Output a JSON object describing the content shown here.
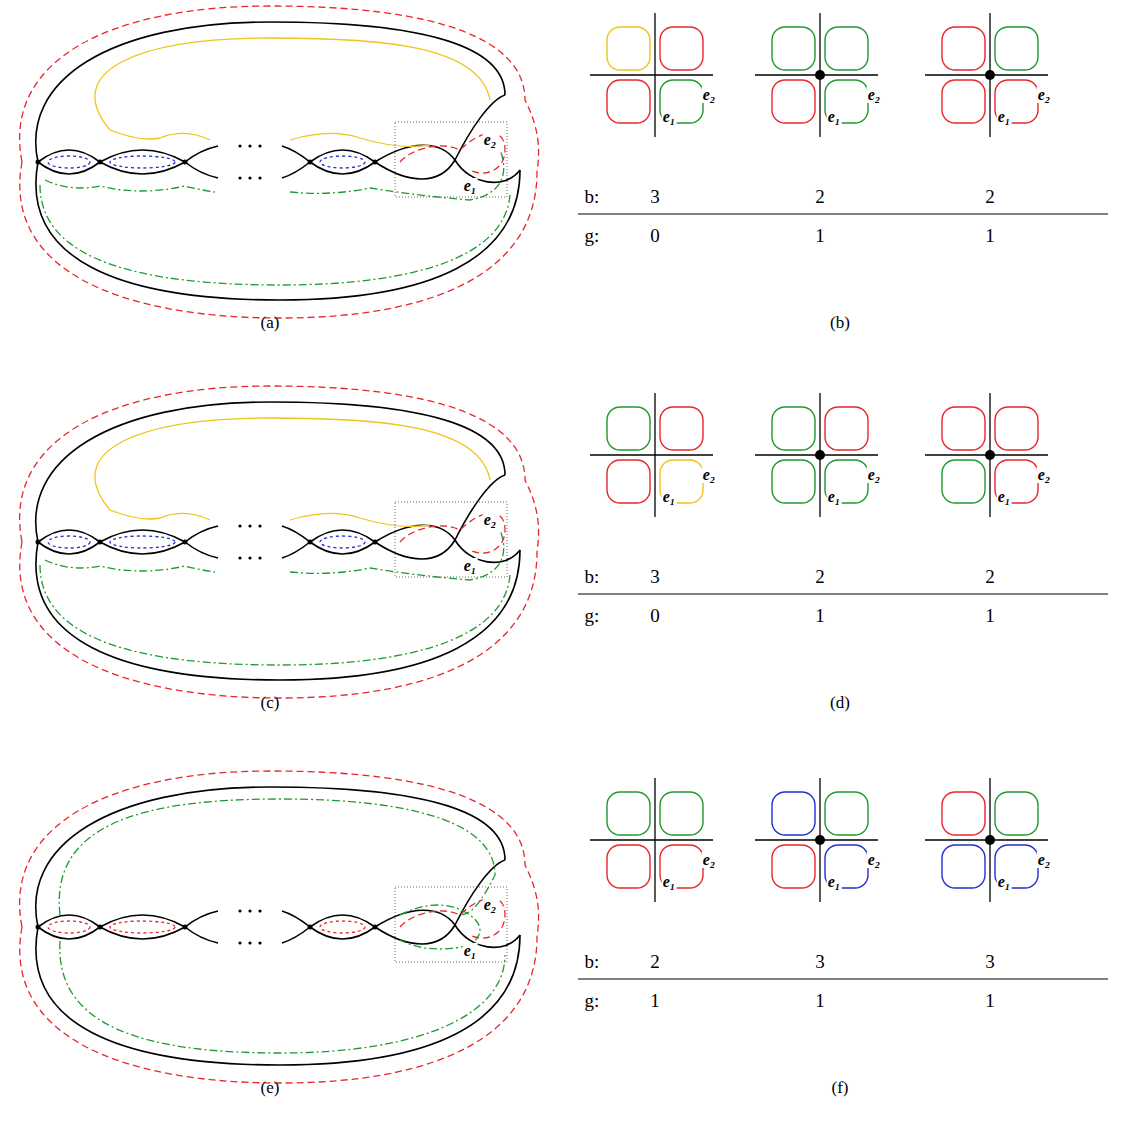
{
  "diagram": {
    "labels": [
      "e₁",
      "e₂",
      "e₁",
      "e₂",
      "e₁",
      "e₂",
      "e₁",
      "e₂",
      "b:",
      "3",
      "2",
      "2",
      "g:",
      "0",
      "1",
      "1",
      "(a)",
      "(b)",
      "e₁",
      "e₂",
      "e₁",
      "e₂",
      "e₁",
      "e₂",
      "e₁",
      "e₂",
      "b:",
      "3",
      "2",
      "2",
      "g:",
      "0",
      "1",
      "1",
      "(c)",
      "(d)",
      "e₁",
      "e₂",
      "e₁",
      "e₂",
      "e₁",
      "e₂",
      "e₁",
      "e₂",
      "b:",
      "2",
      "3",
      "3",
      "g:",
      "1",
      "1",
      "1",
      "(e)",
      "(f)"
    ]
  }
}
